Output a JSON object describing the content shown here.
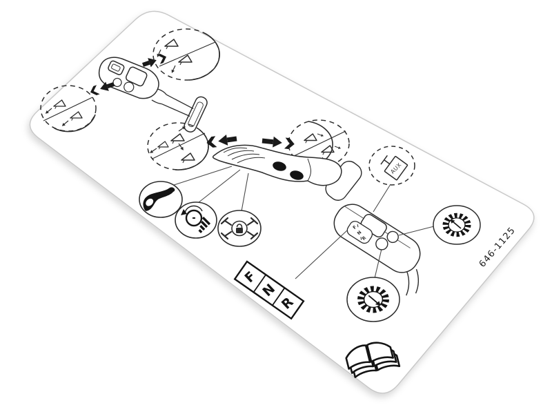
{
  "decal": {
    "part_number": "646-1125",
    "colors": {
      "background": "#ffffff",
      "edge": "#c8c8c8",
      "artwork": "#2b2b2b",
      "callout_line": "#4a4a4a"
    }
  },
  "gear_selector": {
    "letters": [
      "F",
      "N",
      "R"
    ]
  },
  "panel": {
    "rocker_letters": [
      "F",
      "N",
      "R"
    ]
  },
  "aux_port": {
    "label": "AUX"
  },
  "icons": {
    "left_control": "joystick-top-view-icon",
    "right_control": "control-handle-side-view-icon",
    "horn": "horn-icon",
    "throttle": "throttle-dial-icon",
    "diff_lock": "differential-lock-icon",
    "aux": "aux-power-port-icon",
    "gear_up": "gear-increase-icon",
    "gear_down": "gear-decrease-icon",
    "manual": "operators-manual-book-icon"
  }
}
